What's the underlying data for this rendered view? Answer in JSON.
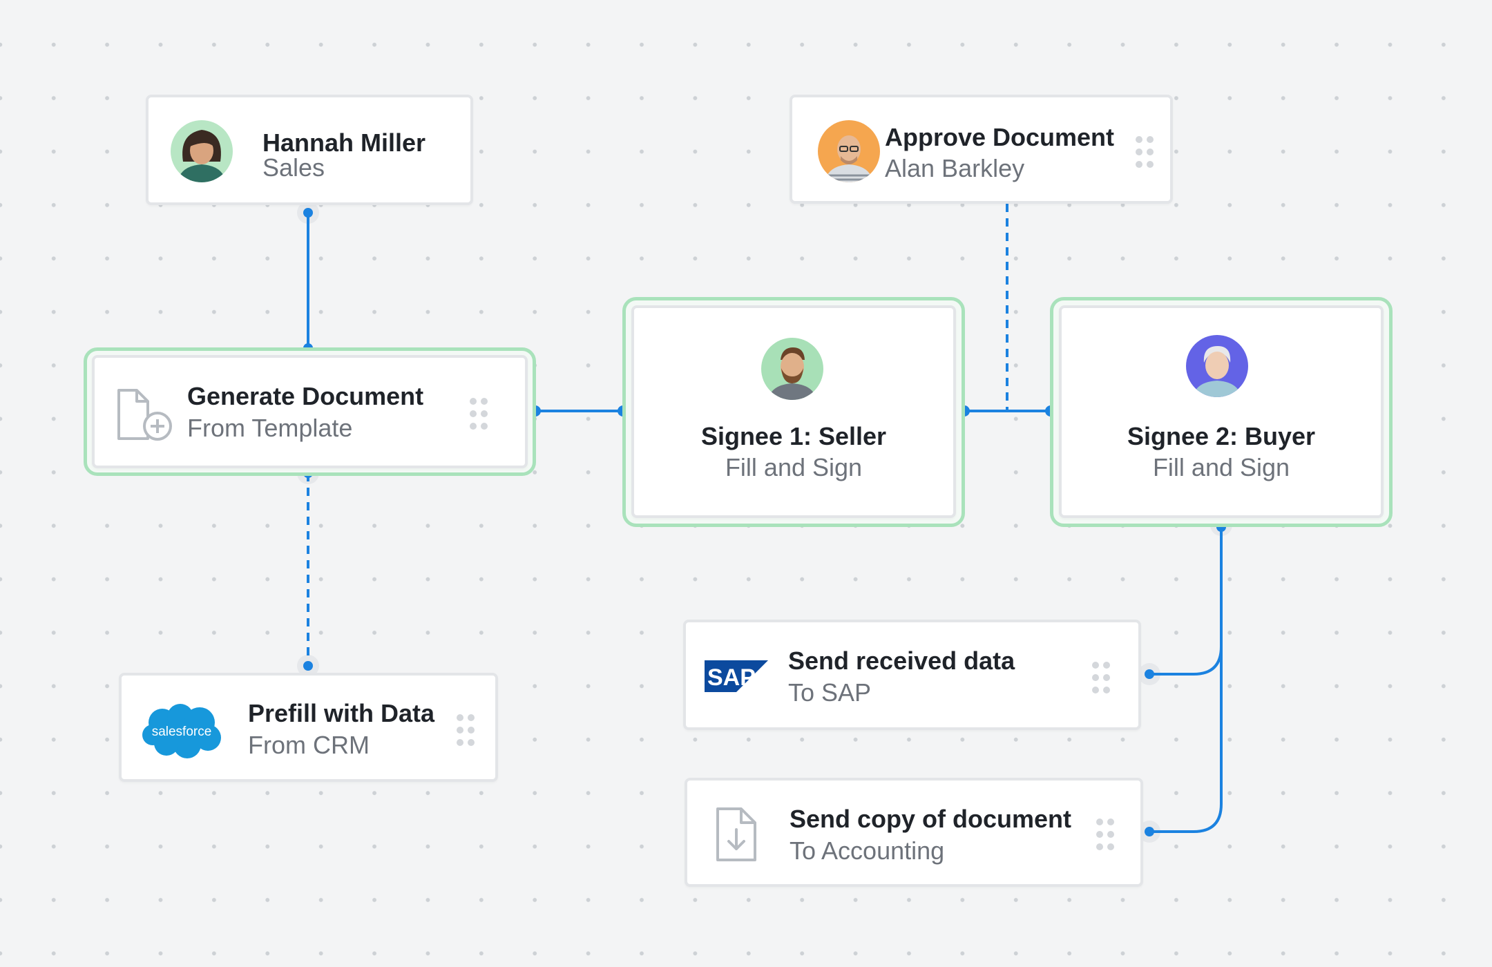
{
  "nodes": {
    "hannah": {
      "title": "Hannah Miller",
      "subtitle": "Sales"
    },
    "approve": {
      "title": "Approve Document",
      "subtitle": "Alan Barkley"
    },
    "generate": {
      "title": "Generate Document",
      "subtitle": "From Template"
    },
    "signee1": {
      "title": "Signee 1: Seller",
      "subtitle": "Fill and Sign"
    },
    "signee2": {
      "title": "Signee 2: Buyer",
      "subtitle": "Fill and Sign"
    },
    "prefill": {
      "title": "Prefill with Data",
      "subtitle": "From CRM",
      "logo_text": "salesforce"
    },
    "sap": {
      "title": "Send received data",
      "subtitle": "To SAP",
      "logo_text": "SAP"
    },
    "copy": {
      "title": "Send copy of document",
      "subtitle": "To Accounting"
    }
  },
  "colors": {
    "connector": "#1b82e0",
    "halo": "#a9e2bb",
    "salesforce": "#1798db",
    "sap": "#0c4a9e"
  },
  "icons": [
    "document-add-icon",
    "document-download-icon",
    "drag-handle-icon",
    "salesforce-logo",
    "sap-logo"
  ]
}
